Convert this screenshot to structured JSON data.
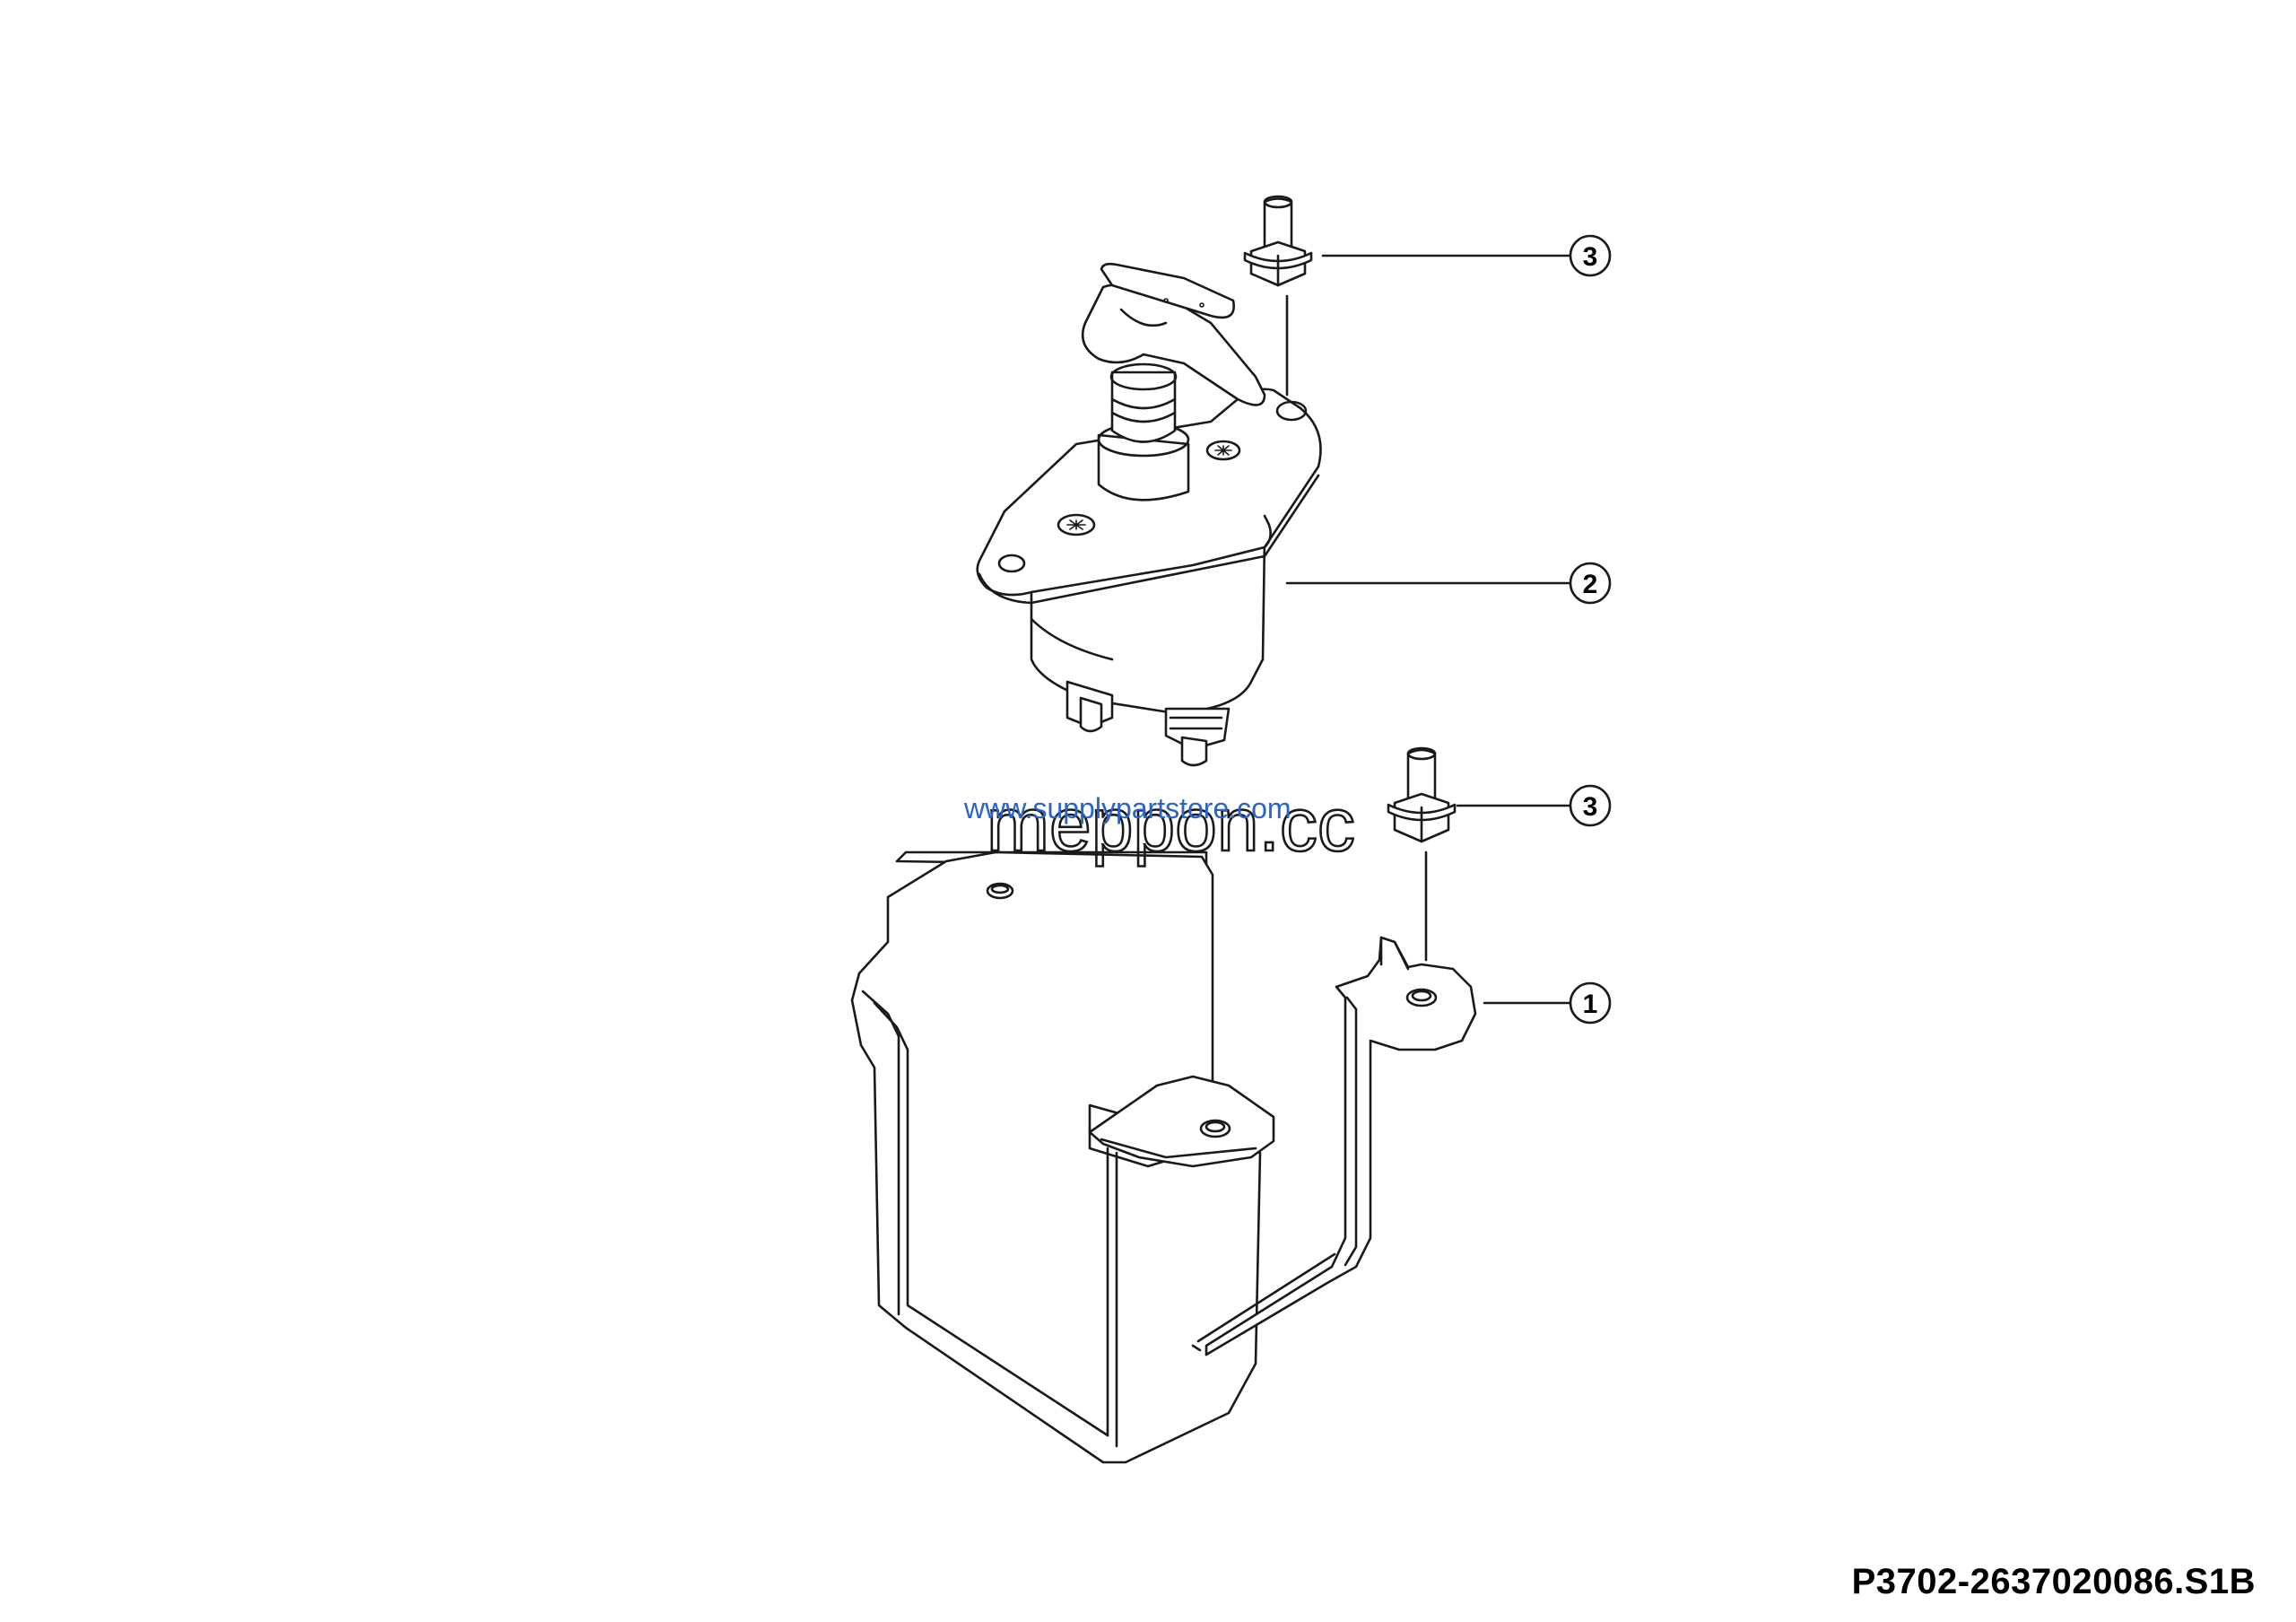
{
  "drawing_number": "P3702-2637020086.S1B",
  "watermarks": {
    "primary": "meppon.cc",
    "secondary": "www.supplypartstore.com"
  },
  "callouts": [
    {
      "id": "callout-3-top",
      "label": "3"
    },
    {
      "id": "callout-2",
      "label": "2"
    },
    {
      "id": "callout-3-lower",
      "label": "3"
    },
    {
      "id": "callout-1",
      "label": "1"
    }
  ]
}
